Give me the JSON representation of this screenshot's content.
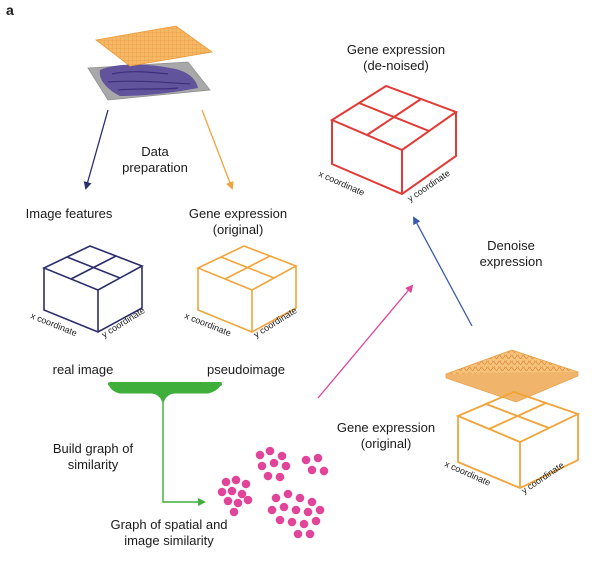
{
  "panel_letter": "a",
  "labels": {
    "data_preparation_1": "Data",
    "data_preparation_2": "preparation",
    "image_features": "Image features",
    "gene_expr_orig_1": "Gene expression",
    "gene_expr_orig_2": "(original)",
    "real_image": "real image",
    "pseudoimage": "pseudoimage",
    "build_graph_1": "Build graph of",
    "build_graph_2": "similarity",
    "graph_result_1": "Graph of spatial and",
    "graph_result_2": "image similarity",
    "gene_expr_denoised_1": "Gene expression",
    "gene_expr_denoised_2": "(de-noised)",
    "denoise_1": "Denoise",
    "denoise_2": "expression",
    "gene_expr_orig_right_1": "Gene expression",
    "gene_expr_orig_right_2": "(original)"
  },
  "axes": {
    "x": "x coordinate",
    "y": "y coordinate"
  },
  "colors": {
    "navy": "#2b2e6b",
    "orange": "#f0a43a",
    "red": "#e23a36",
    "magenta": "#e0459a",
    "green": "#3fae3a",
    "blue_arrow": "#3a5aa8",
    "tissue": "#5a4a9a",
    "slide": "#a8a8a8",
    "grid": "#f7b865"
  }
}
